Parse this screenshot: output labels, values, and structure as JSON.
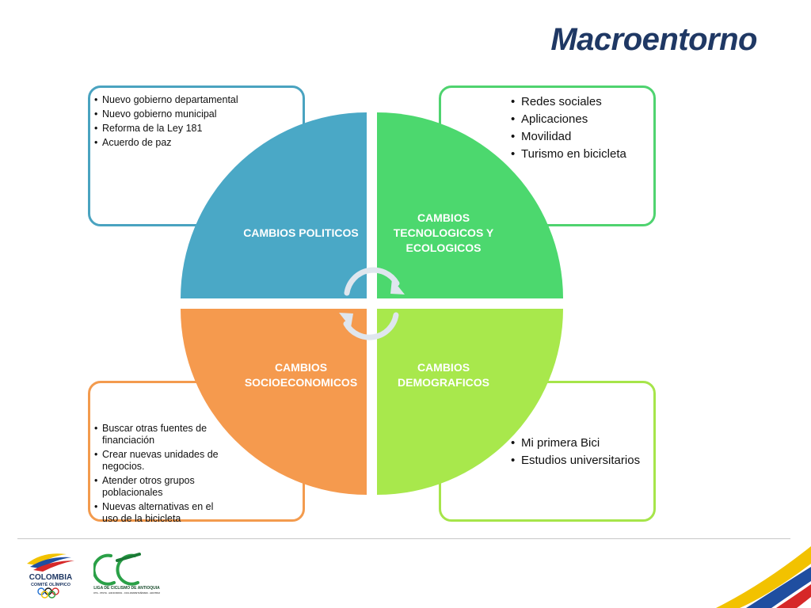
{
  "title": "Macroentorno",
  "quadrants": {
    "politicos": {
      "label": "CAMBIOS POLITICOS",
      "items": [
        "Nuevo gobierno departamental",
        "Nuevo gobierno municipal",
        "Reforma de la Ley 181",
        "Acuerdo de paz"
      ]
    },
    "tecnologicos": {
      "label": "CAMBIOS TECNOLOGICOS Y ECOLOGICOS",
      "items": [
        "Redes sociales",
        "Aplicaciones",
        "Movilidad",
        "Turismo en bicicleta"
      ]
    },
    "socioeconomicos": {
      "label": "CAMBIOS SOCIOECONOMICOS",
      "items": [
        "Buscar otras fuentes de financiación",
        "Crear nuevas unidades de negocios.",
        "Atender otros grupos poblacionales",
        "Nuevas alternativas en el uso de la bicicleta"
      ]
    },
    "demograficos": {
      "label": "CAMBIOS DEMOGRAFICOS",
      "items": [
        "Mi primera Bici",
        "Estudios universitarios"
      ]
    }
  },
  "colors": {
    "politicos": "#4aa8c6",
    "tecnologicos": "#4cd86e",
    "socioeconomicos": "#f59a4e",
    "demograficos": "#a8e84c",
    "title": "#1f3864"
  },
  "logos": {
    "colombia": {
      "line1": "COLOMBIA",
      "line2": "COMITÉ OLÍMPICO"
    },
    "liga": {
      "line1": "LIGA DE CICLISMO DE ANTIOQUIA",
      "line2": "RUTA · PISTA · BICICROSS · CICLOMONTAÑISMO · BICITRIAL"
    }
  },
  "icons": [
    "cycle-arrows-icon",
    "olympic-rings-icon",
    "cyclist-logo-icon"
  ]
}
